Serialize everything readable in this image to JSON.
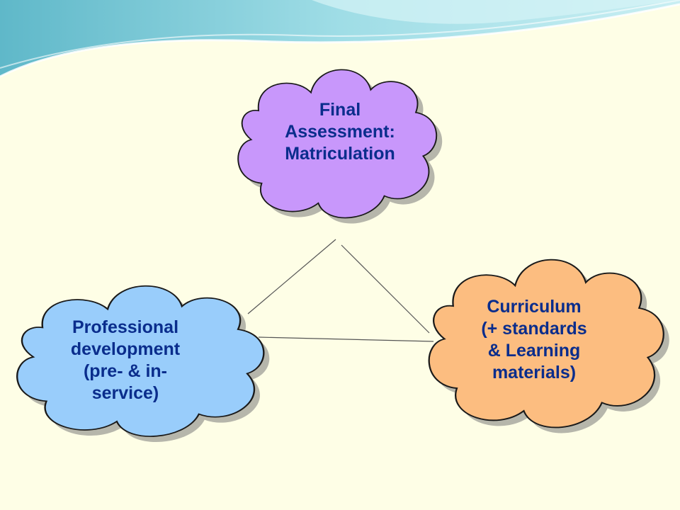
{
  "colors": {
    "background": "#fefee6",
    "header_wave": "#8fd3dc",
    "assessment_cloud": "#c897fb",
    "professional_cloud": "#99cdfb",
    "curriculum_cloud": "#fcbd80",
    "text": "#0a2d8c",
    "connector": "#555555"
  },
  "diagram": {
    "nodes": [
      {
        "id": "assessment",
        "label": "Final\nAssessment:\nMatriculation",
        "icon": "cloud-shape"
      },
      {
        "id": "professional",
        "label": "Professional\ndevelopment\n(pre- & in-\nservice)",
        "icon": "cloud-shape"
      },
      {
        "id": "curriculum",
        "label": "Curriculum\n(+ standards\n& Learning\nmaterials)",
        "icon": "cloud-shape"
      }
    ],
    "edges": [
      {
        "from": "assessment",
        "to": "professional"
      },
      {
        "from": "assessment",
        "to": "curriculum"
      },
      {
        "from": "professional",
        "to": "curriculum"
      }
    ]
  }
}
